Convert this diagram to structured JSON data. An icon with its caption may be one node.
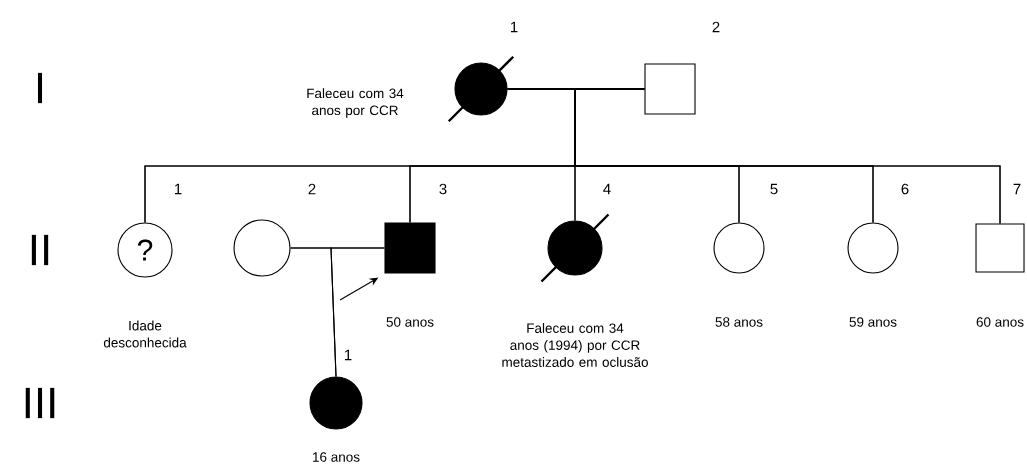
{
  "diagram": {
    "nodes": [
      {
        "text": [],
        "shape": "circle",
        "beside": [
          "1",
          "Faleceu com 34 anos por CCR"
        ]
      },
      {
        "text": [],
        "shape": "box",
        "beside": [
          "2"
        ]
      },
      {
        "text": [
          "?"
        ],
        "beside": [
          "1",
          "Idade desconhecida"
        ]
      },
      {
        "text": [],
        "shape": "circle",
        "beside": [
          "2"
        ]
      },
      {
        "text": [],
        "shape": "box",
        "beside": [
          "3",
          "50 anos"
        ]
      },
      {
        "text": [],
        "shape": "circle",
        "beside": [
          "4",
          "Faleceu com 34 anos (1994) por CCR metastizado em oclusão"
        ]
      },
      {
        "text": [],
        "shape": "circle",
        "beside": [
          "5",
          "58 anos"
        ]
      },
      {
        "text": [],
        "shape": "circle",
        "beside": [
          "6",
          "59 anos"
        ]
      },
      {
        "text": [],
        "shape": "box",
        "beside": [
          "7",
          "60 anos"
        ]
      },
      {
        "text": [],
        "shape": "circle",
        "beside": [
          "1",
          "16 anos"
        ]
      }
    ],
    "edges": [
      {
        "from": 0,
        "to": 1,
        "arrow": "none"
      },
      {
        "from": 0,
        "to": 2,
        "arrow": "none"
      },
      {
        "from": 1,
        "to": 2,
        "arrow": "none"
      },
      {
        "from": 0,
        "to": 4,
        "arrow": "none"
      },
      {
        "from": 1,
        "to": 4,
        "arrow": "none"
      },
      {
        "from": 0,
        "to": 5,
        "arrow": "none"
      },
      {
        "from": 1,
        "to": 5,
        "arrow": "none"
      },
      {
        "from": 0,
        "to": 6,
        "arrow": "none"
      },
      {
        "from": 1,
        "to": 6,
        "arrow": "none"
      },
      {
        "from": 0,
        "to": 7,
        "arrow": "none"
      },
      {
        "from": 1,
        "to": 7,
        "arrow": "none"
      },
      {
        "from": 0,
        "to": 8,
        "arrow": "none"
      },
      {
        "from": 1,
        "to": 8,
        "arrow": "none"
      },
      {
        "from": 3,
        "to": 4,
        "arrow": "none"
      },
      {
        "from": 3,
        "to": 9,
        "arrow": "none"
      },
      {
        "from": 4,
        "to": 9,
        "arrow": "none"
      },
      {
        "from": null,
        "to": 4,
        "arrow": "to"
      }
    ],
    "labels": [
      "I",
      "II",
      "III"
    ]
  }
}
